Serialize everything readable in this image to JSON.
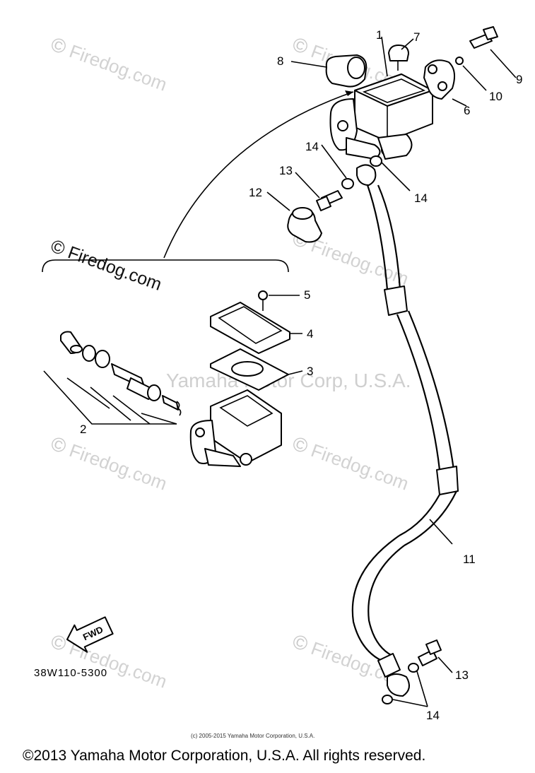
{
  "diagram": {
    "watermark_text": "Firedog.com",
    "watermark_symbol": "©",
    "overlay_watermark": "Yamaha Motor Corp, U.S.A.",
    "part_code": "38W110-5300",
    "fwd_label": "FWD",
    "callouts": {
      "c1": "1",
      "c2": "2",
      "c3": "3",
      "c4": "4",
      "c5": "5",
      "c6": "6",
      "c7": "7",
      "c8": "8",
      "c9": "9",
      "c10": "10",
      "c11": "11",
      "c12": "12",
      "c13a": "13",
      "c13b": "13",
      "c14a": "14",
      "c14b": "14",
      "c14c": "14"
    },
    "small_copyright": "(c) 2005-2015 Yamaha Motor Corporation, U.S.A.",
    "footer_copyright": "©2013 Yamaha Motor Corporation, U.S.A. All rights reserved."
  },
  "colors": {
    "ink": "#000000",
    "watermark": "#d2d2d2",
    "background": "#ffffff"
  }
}
